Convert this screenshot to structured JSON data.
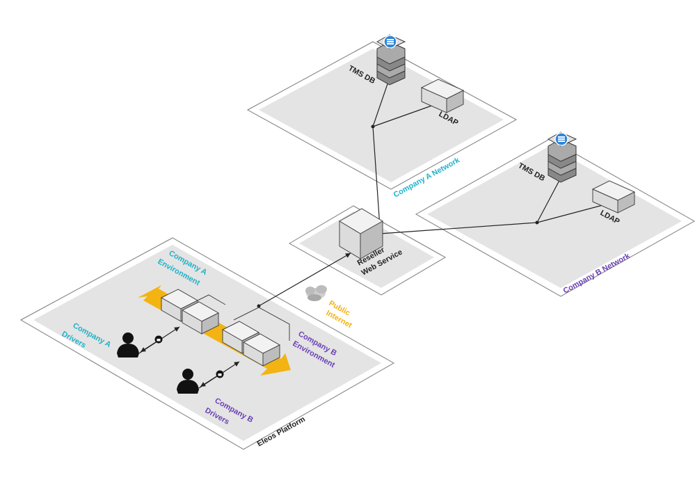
{
  "labels": {
    "company_a_network": "Company A Network",
    "company_b_network": "Company B Network",
    "eleos_platform": "Eleos Platform",
    "tms_db_a": "TMS DB",
    "ldap_a": "LDAP",
    "tms_db_b": "TMS DB",
    "ldap_b": "LDAP",
    "reseller_line1": "Reseller",
    "reseller_line2": "Web Service",
    "public_line1": "Public",
    "public_line2": "Internet",
    "company_a_env_line1": "Company A",
    "company_a_env_line2": "Environment",
    "company_b_env_line1": "Company B",
    "company_b_env_line2": "Environment",
    "company_a_drivers_line1": "Company A",
    "company_a_drivers_line2": "Drivers",
    "company_b_drivers_line1": "Company B",
    "company_b_drivers_line2": "Drivers"
  },
  "colors": {
    "company_a": "#1fb2c9",
    "company_b": "#6a3fb5",
    "public_internet": "#f3b312",
    "arrow": "#f3b312",
    "db_icon": "#2f86d8"
  }
}
